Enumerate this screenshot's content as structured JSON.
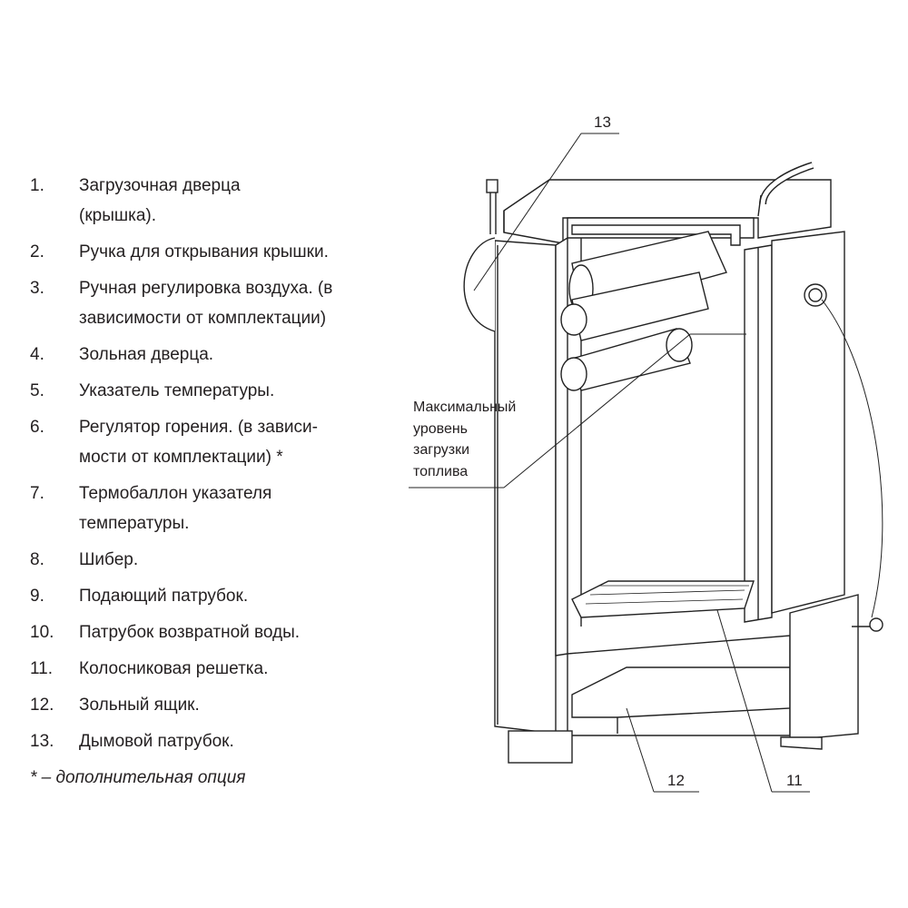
{
  "legend": {
    "items": [
      {
        "num": "1.",
        "lines": [
          "Загрузочная дверца",
          "(крышка)."
        ]
      },
      {
        "num": "2.",
        "lines": [
          "Ручка для открывания крышки."
        ]
      },
      {
        "num": "3.",
        "lines": [
          "Ручная регулировка воздуха. (в",
          "зависимости от комплектации)"
        ]
      },
      {
        "num": "4.",
        "lines": [
          "Зольная дверца."
        ]
      },
      {
        "num": "5.",
        "lines": [
          "Указатель температуры."
        ]
      },
      {
        "num": "6.",
        "lines": [
          "Регулятор горения. (в зависи-",
          "мости от комплектации) *"
        ]
      },
      {
        "num": "7.",
        "lines": [
          "Термобаллон указателя",
          "температуры."
        ]
      },
      {
        "num": "8.",
        "lines": [
          "Шибер."
        ]
      },
      {
        "num": "9.",
        "lines": [
          "Подающий патрубок."
        ]
      },
      {
        "num": "10.",
        "lines": [
          "Патрубок  возвратной  воды."
        ]
      },
      {
        "num": "11.",
        "lines": [
          "Колосниковая решетка."
        ]
      },
      {
        "num": "12.",
        "lines": [
          "Зольный ящик."
        ]
      },
      {
        "num": "13.",
        "lines": [
          "Дымовой патрубок."
        ]
      }
    ],
    "footnote": "* – дополнительная опция"
  },
  "diagram": {
    "label_13": "13",
    "label_12": "12",
    "label_11": "11",
    "callout_lines": [
      "Максимальный",
      "уровень",
      "загрузки",
      "топлива"
    ]
  }
}
